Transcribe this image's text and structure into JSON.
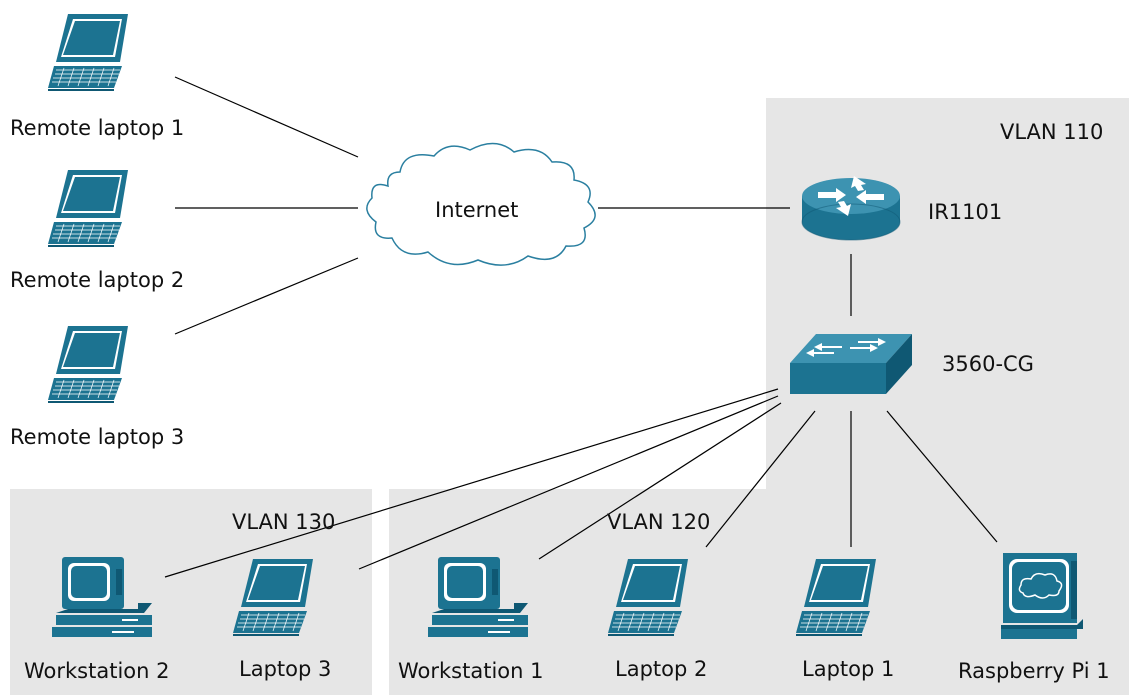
{
  "colors": {
    "device": "#1c7391",
    "vlan_background": "#e6e6e6",
    "cloud_fill": "#ffffff",
    "cloud_stroke": "#2a7fa0",
    "link": "#000000"
  },
  "vlans": {
    "vlan110": "VLAN 110",
    "vlan120": "VLAN 120",
    "vlan130": "VLAN 130"
  },
  "nodes": {
    "remote1": {
      "label": "Remote laptop 1",
      "icon": "laptop-icon"
    },
    "remote2": {
      "label": "Remote laptop 2",
      "icon": "laptop-icon"
    },
    "remote3": {
      "label": "Remote laptop 3",
      "icon": "laptop-icon"
    },
    "internet": {
      "label": "Internet",
      "icon": "cloud-icon"
    },
    "router": {
      "label": "IR1101",
      "icon": "router-icon"
    },
    "switch": {
      "label": "3560-CG",
      "icon": "switch-icon"
    },
    "workstation2": {
      "label": "Workstation 2",
      "icon": "workstation-icon"
    },
    "laptop3": {
      "label": "Laptop 3",
      "icon": "laptop-icon"
    },
    "workstation1": {
      "label": "Workstation 1",
      "icon": "workstation-icon"
    },
    "laptop2": {
      "label": "Laptop 2",
      "icon": "laptop-icon"
    },
    "laptop1": {
      "label": "Laptop 1",
      "icon": "laptop-icon"
    },
    "raspberry": {
      "label": "Raspberry Pi 1",
      "icon": "terminal-icon"
    }
  },
  "links": [
    [
      "remote1",
      "internet"
    ],
    [
      "remote2",
      "internet"
    ],
    [
      "remote3",
      "internet"
    ],
    [
      "internet",
      "router"
    ],
    [
      "router",
      "switch"
    ],
    [
      "switch",
      "workstation2"
    ],
    [
      "switch",
      "laptop3"
    ],
    [
      "switch",
      "workstation1"
    ],
    [
      "switch",
      "laptop2"
    ],
    [
      "switch",
      "laptop1"
    ],
    [
      "switch",
      "raspberry"
    ]
  ]
}
